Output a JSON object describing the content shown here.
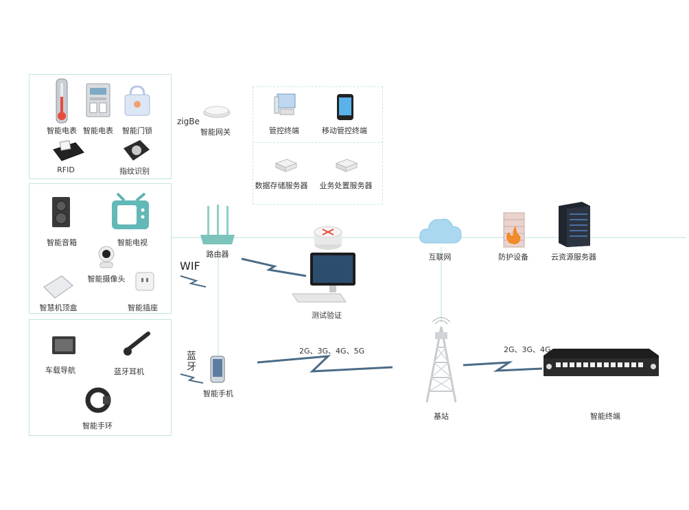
{
  "devices_group1": {
    "meter1": "智能电表",
    "meter2": "智能电表",
    "lock": "智能门锁",
    "rfid": "RFID",
    "fingerprint": "指纹识别"
  },
  "devices_group2": {
    "speaker": "智能音箱",
    "tv": "智能电视",
    "camera": "智能摄像头",
    "stb": "智慧机顶盒",
    "socket": "智能插座"
  },
  "devices_group3": {
    "carnav": "车载导航",
    "earphone": "蓝牙耳机",
    "band": "智能手环"
  },
  "gateway": {
    "protocol": "zigBe",
    "label": "智能网关"
  },
  "control": {
    "terminal": "管控终端",
    "mobile": "移动管控终端",
    "storage": "数据存储服务器",
    "business": "业务处置服务器"
  },
  "network": {
    "router": "路由器",
    "wifi": "WIF",
    "bluetooth_1": "蓝",
    "bluetooth_2": "牙",
    "phone": "智能手机",
    "test": "测试验证",
    "internet": "互联网",
    "firewall": "防护设备",
    "cloud_server": "云资源服务器",
    "base_station": "基站",
    "cell_label_1": "2G、3G、4G、5G",
    "cell_label_2": "2G、3G、4G、",
    "terminal": "智能终端"
  }
}
